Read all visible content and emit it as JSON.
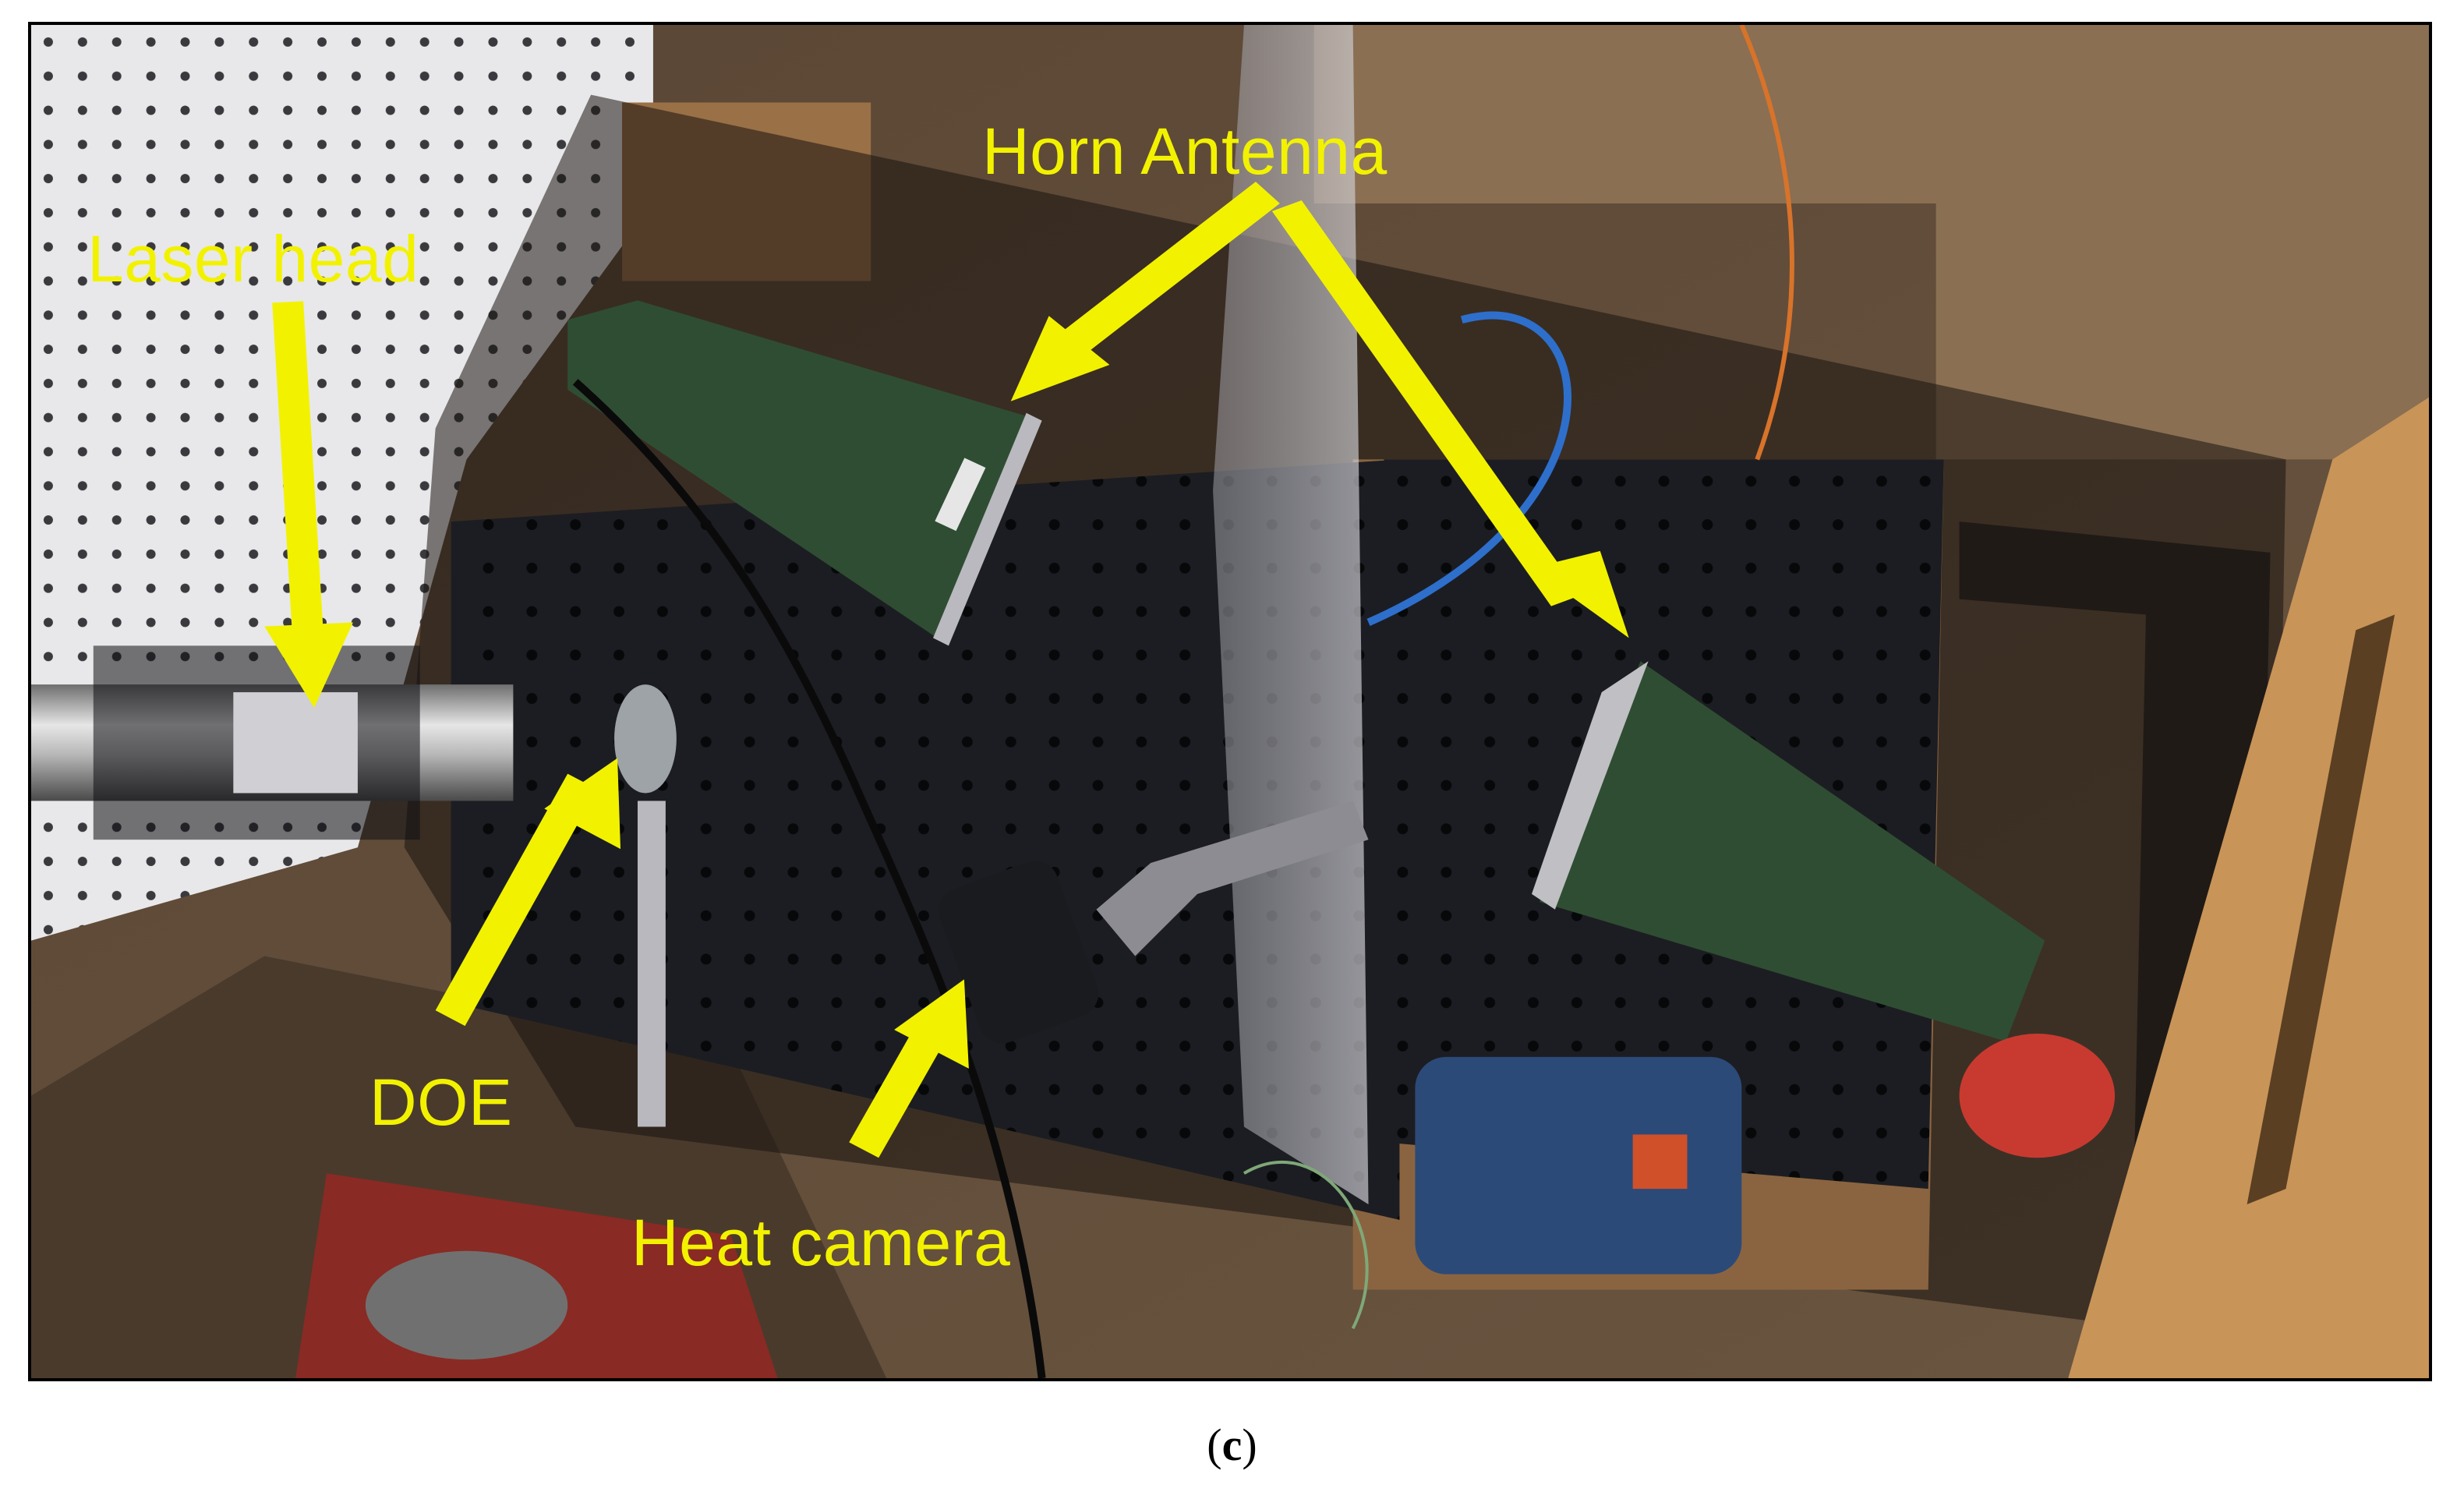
{
  "labels": {
    "horn_antenna": "Horn Antenna",
    "laser_head": "Laser head",
    "doe": "DOE",
    "heat_camera": "Heat camera"
  },
  "caption": {
    "open": "(",
    "letter": "c",
    "close": ")"
  },
  "colors": {
    "annotation": "#f2f200",
    "antenna_green": "#2f4d32",
    "breadboard": "#1c1d22",
    "wood": "#7a5a3a",
    "frame_border": "#000000"
  }
}
